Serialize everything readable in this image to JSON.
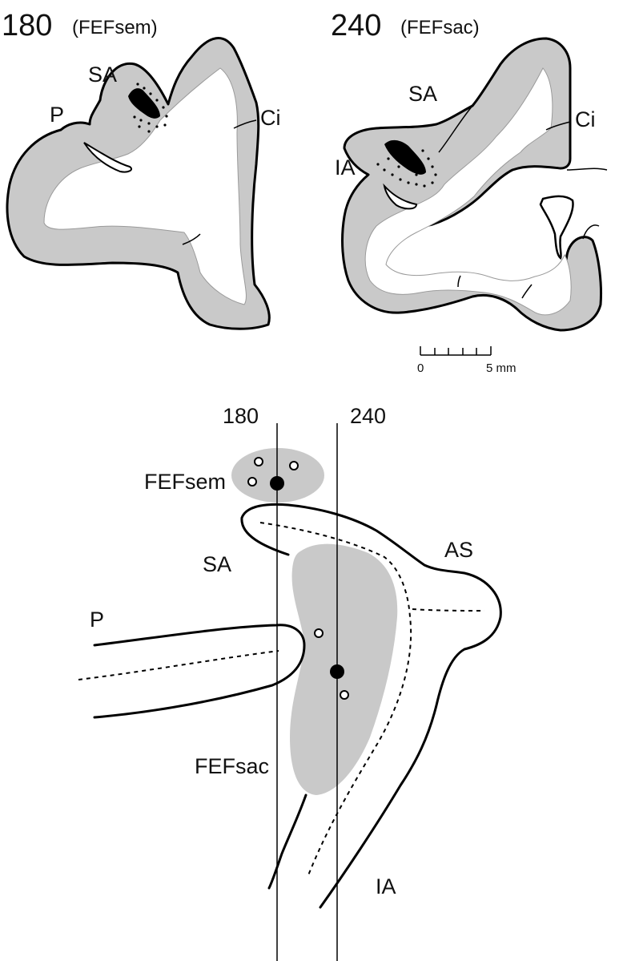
{
  "section_180": {
    "number": "180",
    "tag": "(FEFsem)",
    "labels": {
      "sa": "SA",
      "p": "P",
      "ci": "Ci"
    }
  },
  "section_240": {
    "number": "240",
    "tag": "(FEFsac)",
    "labels": {
      "sa": "SA",
      "ci": "Ci",
      "ia": "IA"
    }
  },
  "scale_bar": {
    "start": "0",
    "end": "5 mm"
  },
  "map": {
    "line_180": "180",
    "line_240": "240",
    "fefsem": "FEFsem",
    "fefsac": "FEFsac",
    "sa": "SA",
    "as": "AS",
    "p": "P",
    "ia": "IA"
  },
  "colors": {
    "cortex_gray": "#c9c9c9",
    "ink": "#000000"
  }
}
